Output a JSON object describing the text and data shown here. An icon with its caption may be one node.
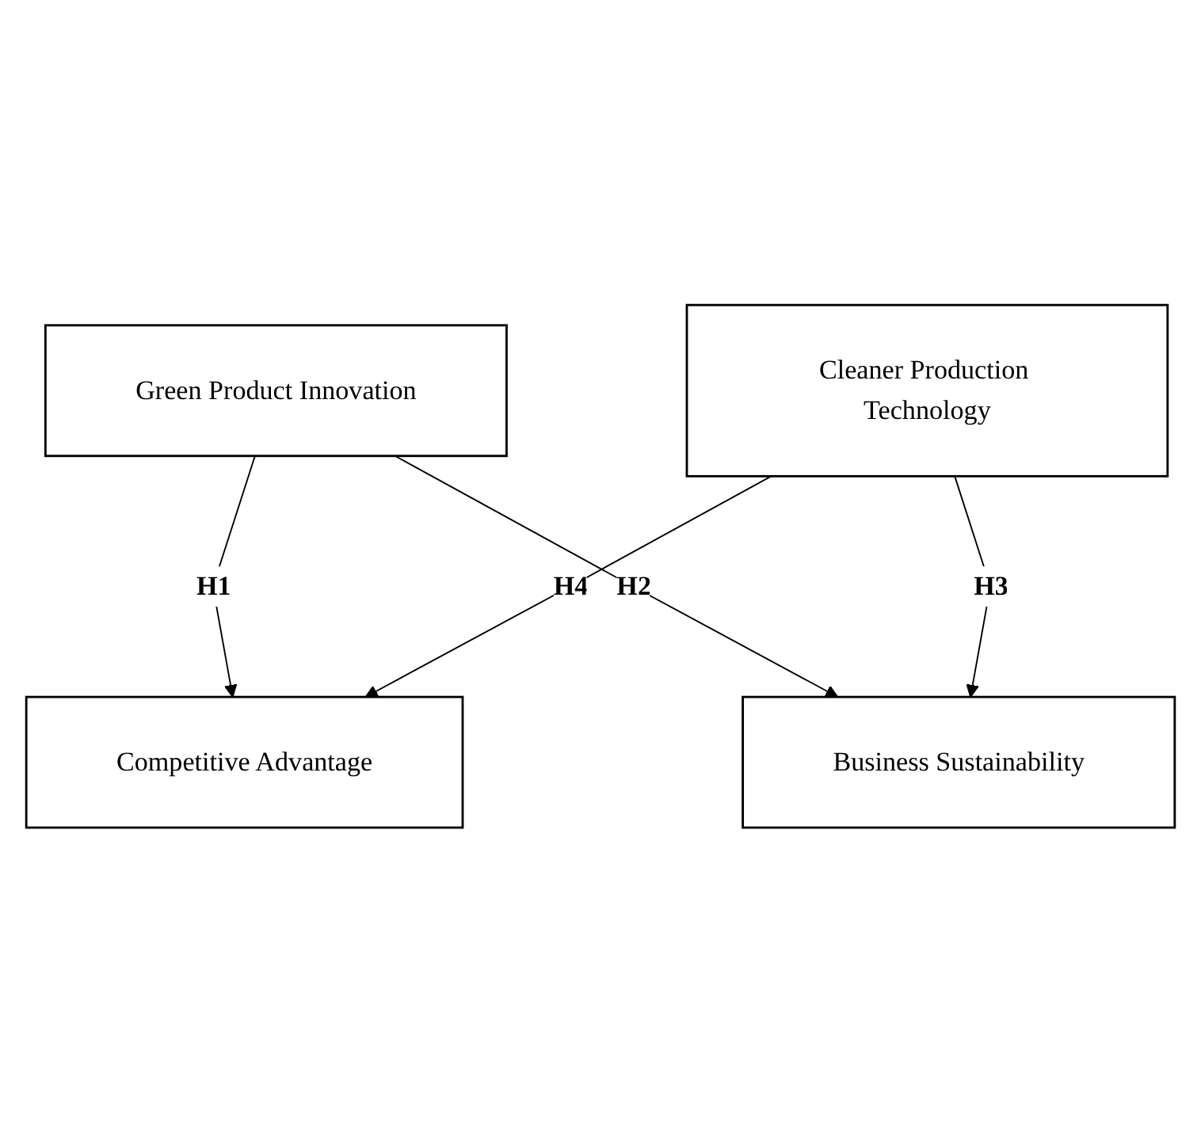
{
  "diagram": {
    "nodes": [
      {
        "text": [
          "Green Product Innovation"
        ]
      },
      {
        "text": [
          "Competitive Advantage"
        ]
      },
      {
        "text": [
          "Business Sustainability"
        ]
      },
      {
        "text": [
          "Cleaner Production Technology"
        ]
      }
    ],
    "edges": [
      {
        "from": 0,
        "to": 1,
        "arrow": "to",
        "label": "H1"
      },
      {
        "from": 0,
        "to": 2,
        "arrow": "to",
        "label": "H2"
      },
      {
        "from": 3,
        "to": 2,
        "arrow": "to",
        "label": "H3"
      },
      {
        "from": 3,
        "to": 1,
        "arrow": "to",
        "label": "H4"
      }
    ]
  }
}
